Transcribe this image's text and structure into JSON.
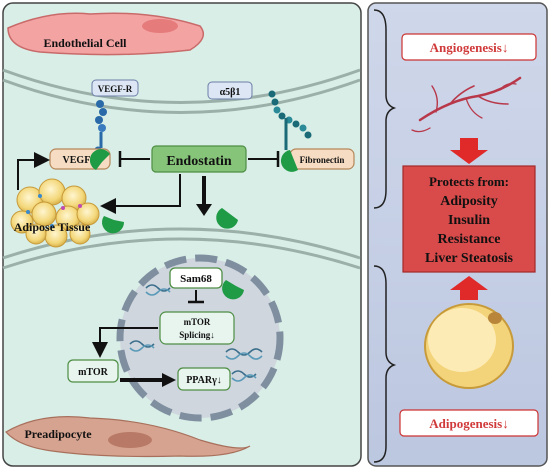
{
  "left_panel": {
    "endothelial_cell_label": "Endothelial Cell",
    "vegf_receptor_label": "VEGF-R",
    "integrin_label": "α5β1",
    "vegf_label": "VEGF ↓",
    "endostatin_label": "Endostatin",
    "fibronectin_label": "Fibronectin",
    "adipose_tissue_label": "Adipose Tissue",
    "sam68_label": "Sam68",
    "mtor_splicing_line1": "mTOR",
    "mtor_splicing_line2": "Splicing↓",
    "mtor_label": "mTOR",
    "ppar_label": "PPARγ↓",
    "preadipocyte_label": "Preadipocyte"
  },
  "right_panel": {
    "angiogenesis_label": "Angiogenesis↓",
    "protects_lines": [
      "Protects from:",
      "Adiposity",
      "Insulin",
      "Resistance",
      "Liver Steatosis"
    ],
    "adipogenesis_label": "Adipogenesis↓"
  },
  "colors": {
    "left_bg": "#d8eee6",
    "right_bg": "#c6d0e6",
    "endostatin_green": "#86c47a",
    "protects_red": "#d94a4a",
    "vessel_red": "#b8384a",
    "arrow_red": "#e02a2a",
    "label_red": "#d03a3a"
  }
}
